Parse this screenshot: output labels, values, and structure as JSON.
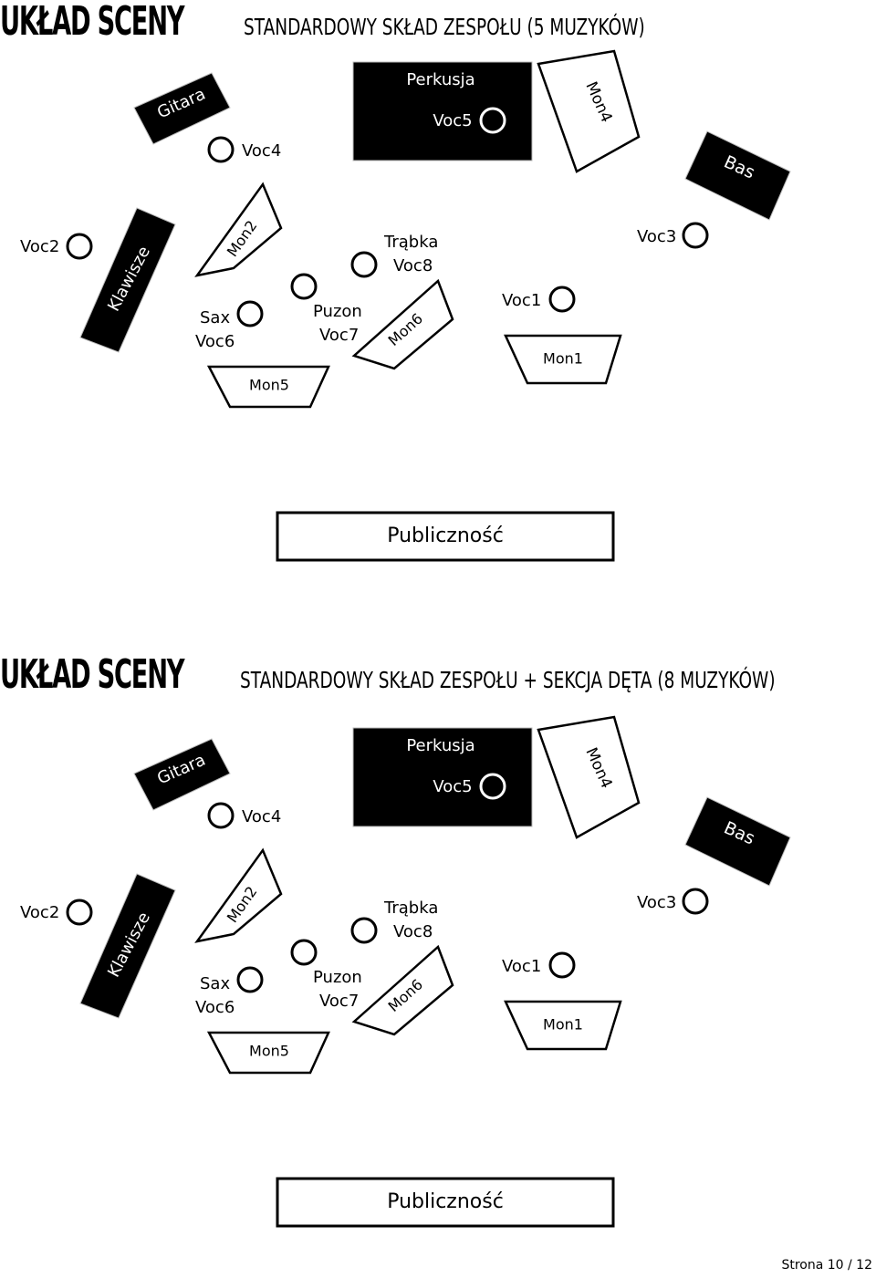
{
  "sections": [
    {
      "title_main": "UKŁAD SCENY",
      "title_sub": "STANDARDOWY SKŁAD ZESPOŁU (5 MUZYKÓW)"
    },
    {
      "title_main": "UKŁAD SCENY",
      "title_sub": "STANDARDOWY SKŁAD ZESPOŁU + SEKCJA DĘTA (8 MUZYKÓW)"
    }
  ],
  "stage": {
    "perkusja": "Perkusja",
    "gitara": "Gitara",
    "bas": "Bas",
    "klawisze": "Klawisze",
    "mon1": "Mon1",
    "mon2": "Mon2",
    "mon4": "Mon4",
    "mon5": "Mon5",
    "mon6": "Mon6",
    "voc1": "Voc1",
    "voc2": "Voc2",
    "voc3": "Voc3",
    "voc4": "Voc4",
    "voc5": "Voc5",
    "sax": "Sax",
    "voc6": "Voc6",
    "puzon": "Puzon",
    "voc7": "Voc7",
    "trabka": "Trąbka",
    "voc8": "Voc8",
    "publicznosc": "Publiczność"
  },
  "footer": "Strona 10 / 12"
}
